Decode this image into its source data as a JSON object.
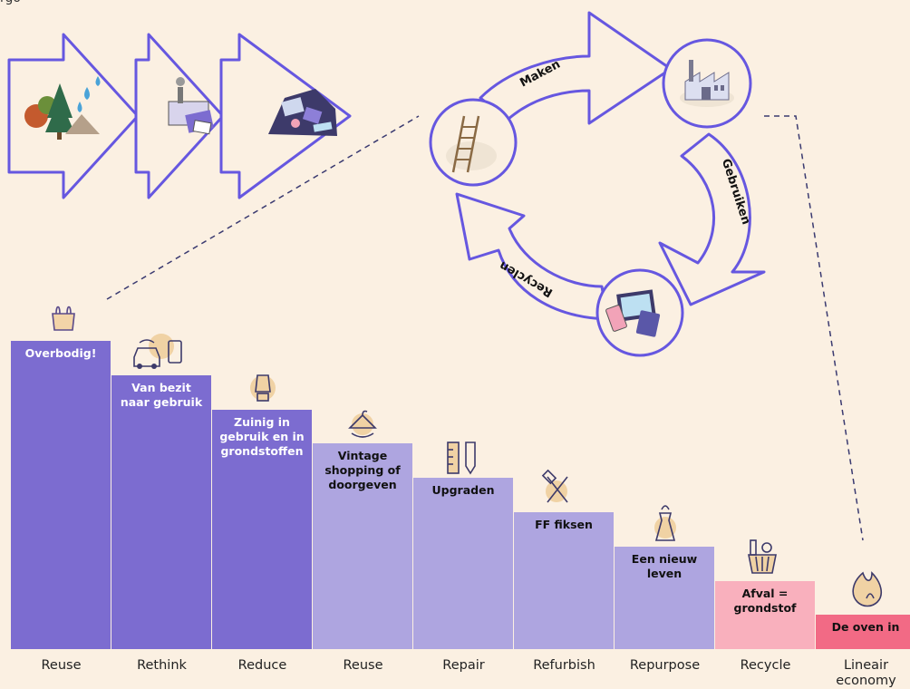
{
  "top_fragment": "rgo",
  "cycle": {
    "arrow_labels": [
      "Maken",
      "Gebruiken",
      "Recyclen"
    ]
  },
  "ladder": [
    {
      "label": "Overbodig!",
      "category": "Reuse",
      "icon": "plastic-bag-icon",
      "color": "#7c6cd0",
      "text_color": "#ffffff"
    },
    {
      "label": "Van bezit naar gebruik",
      "category": "Rethink",
      "icon": "car-sharing-icon",
      "color": "#7c6cd0",
      "text_color": "#ffffff"
    },
    {
      "label": "Zuinig in gebruik en in grondstoffen",
      "category": "Reduce",
      "icon": "light-bulb-icon",
      "color": "#7c6cd0",
      "text_color": "#ffffff"
    },
    {
      "label": "Vintage shopping of doorgeven",
      "category": "Reuse",
      "icon": "hanger-icon",
      "color": "#aea5e0",
      "text_color": "#111111"
    },
    {
      "label": "Upgraden",
      "category": "Repair",
      "icon": "ruler-pencil-icon",
      "color": "#aea5e0",
      "text_color": "#111111"
    },
    {
      "label": "FF fiksen",
      "category": "Refurbish",
      "icon": "tools-icon",
      "color": "#aea5e0",
      "text_color": "#111111"
    },
    {
      "label": "Een nieuw leven",
      "category": "Repurpose",
      "icon": "bottle-vase-icon",
      "color": "#aea5e0",
      "text_color": "#111111"
    },
    {
      "label": "Afval = grondstof",
      "category": "Recycle",
      "icon": "recycle-basket-icon",
      "color": "#f9b0bd",
      "text_color": "#111111"
    },
    {
      "label": "De oven in",
      "category": "Lineair economy",
      "icon": "flame-icon",
      "color": "#f26a85",
      "text_color": "#111111"
    }
  ],
  "colors": {
    "background": "#fbf0e2",
    "arrow_stroke": "#6657e0",
    "dark_purple": "#7c6cd0",
    "light_purple": "#aea5e0",
    "pink": "#f9b0bd",
    "red": "#f26a85"
  }
}
